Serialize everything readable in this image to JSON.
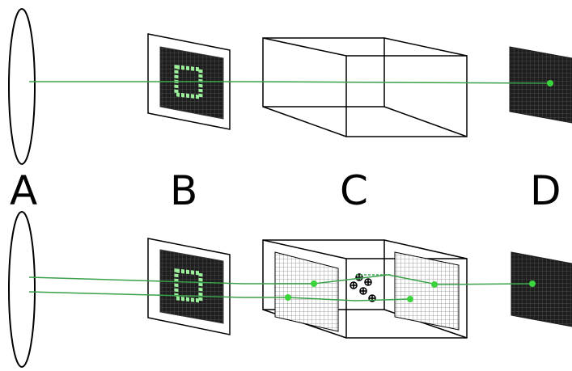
{
  "labels": {
    "a": "A",
    "b": "B",
    "c": "C",
    "d": "D"
  },
  "colors": {
    "beam": "#3aa04a",
    "spot": "#3cd43c",
    "ring": "#9cf09c",
    "panel_dark": "#1e1e1e",
    "panel_grid": "#5a5a5a",
    "light_panel": "#c8c8c8",
    "outline": "#000000"
  }
}
